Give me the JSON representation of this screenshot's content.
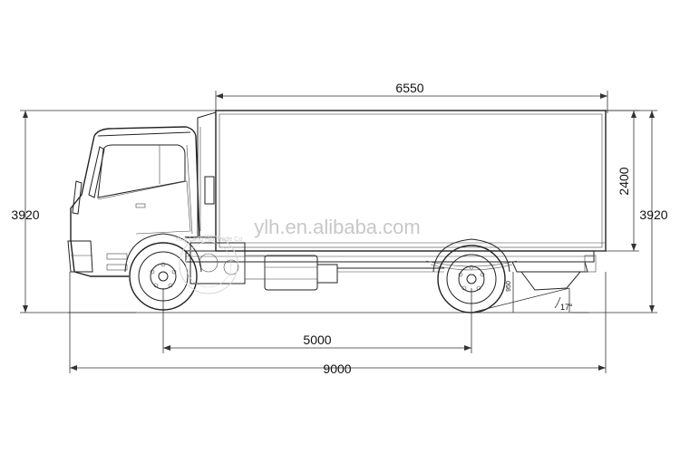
{
  "dimensions": {
    "box_length": "6550",
    "box_height": "2400",
    "total_height_left": "3920",
    "total_height_right": "3920",
    "wheelbase": "5000",
    "overall_length": "9000",
    "rear_overhang_small": "950",
    "departure_angle": "17°"
  },
  "watermark": {
    "main": "ylh.en.alibaba.com",
    "seal": "Ying Long Hai Trade Co"
  }
}
